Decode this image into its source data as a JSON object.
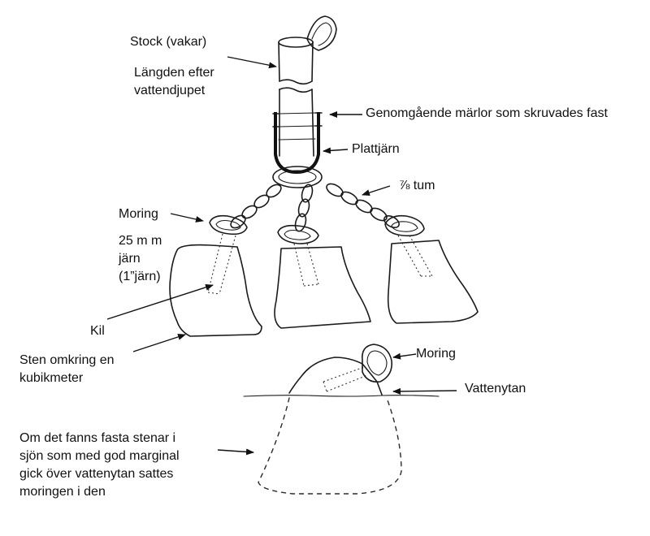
{
  "labels": {
    "stock": "Stock (vakar)",
    "length_line1": "Längden efter",
    "length_line2": "vattendjupet",
    "staples": "Genomgående märlor som skruvades fast",
    "flat_iron": "Plattjärn",
    "chain_size": "⅞ tum",
    "mooring_top": "Moring",
    "iron_line1": "25 m m",
    "iron_line2": "järn",
    "iron_line3": "(1”järn)",
    "wedge": "Kil",
    "stone_line1": "Sten omkring en",
    "stone_line2": "kubikmeter",
    "mooring_bottom": "Moring",
    "water_surface": "Vattenytan",
    "note_line1": "Om det fanns fasta stenar i",
    "note_line2": "sjön som med god marginal",
    "note_line3": "gick över vattenytan sattes",
    "note_line4": "moringen i den"
  },
  "colors": {
    "ink": "#1a1a1a",
    "paper": "#ffffff"
  }
}
